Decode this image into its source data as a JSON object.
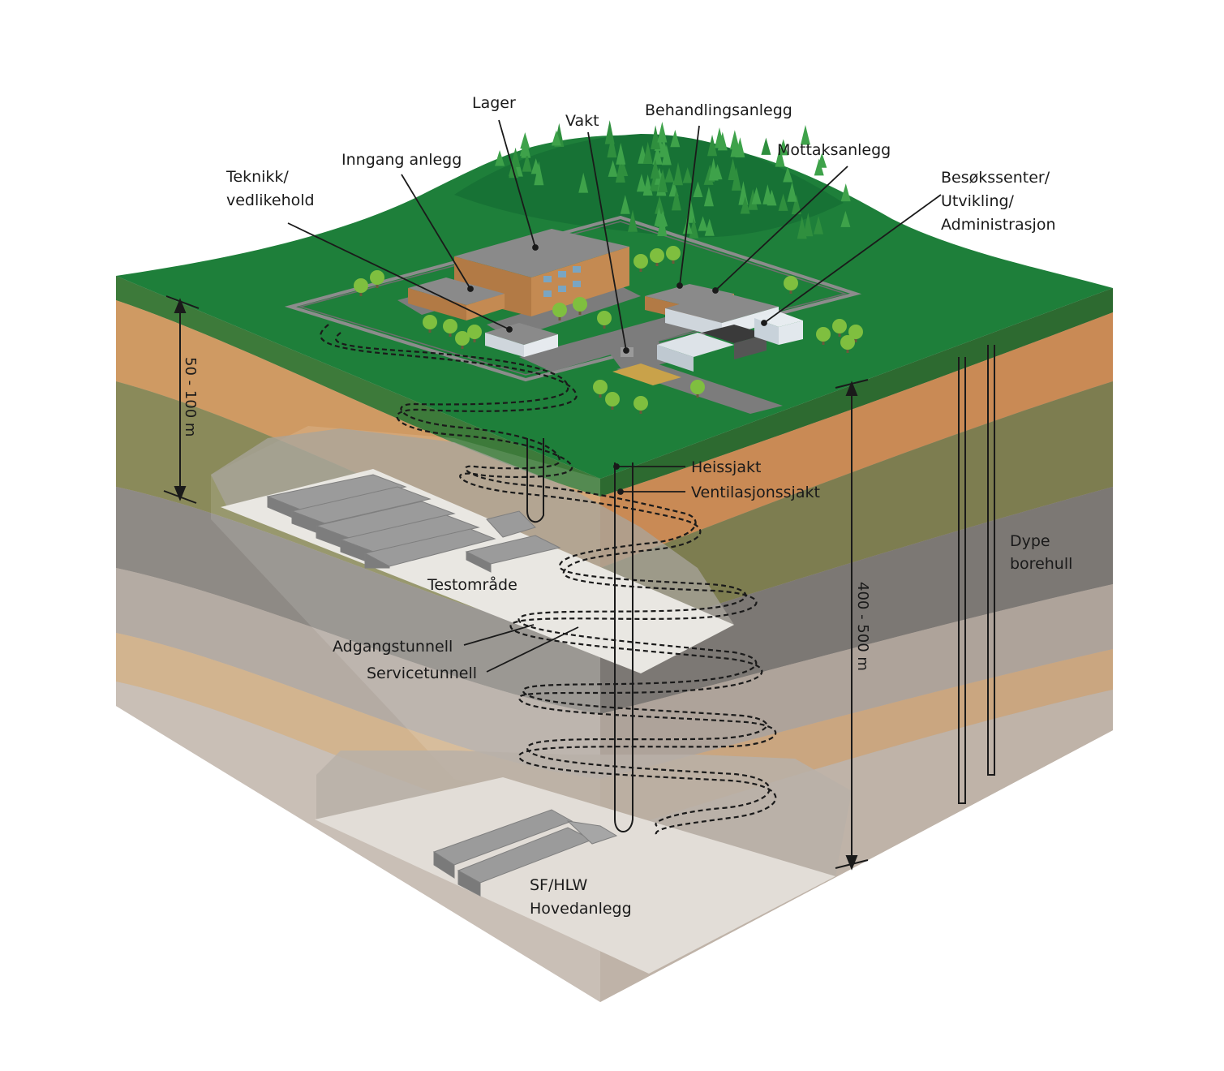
{
  "labels": {
    "lager": "Lager",
    "vakt": "Vakt",
    "behandlingsanlegg": "Behandlingsanlegg",
    "inngang_anlegg": "Inngang anlegg",
    "mottaksanlegg": "Mottaksanlegg",
    "teknikk_1": "Teknikk/",
    "teknikk_2": "vedlikehold",
    "besok_1": "Besøkssenter/",
    "besok_2": "Utvikling/",
    "besok_3": "Administrasjon",
    "heissjakt": "Heissjakt",
    "ventilasjonssjakt": "Ventilasjonssjakt",
    "dype_1": "Dype",
    "dype_2": "borehull",
    "testomrade": "Testområde",
    "adgangstunnell": "Adgangstunnell",
    "servicetunnell": "Servicetunnell",
    "sf_1": "SF/HLW",
    "sf_2": "Hovedanlegg"
  },
  "dimensions": {
    "shallow": "50 - 100 m",
    "deep": "400 - 500 m"
  },
  "colors": {
    "grass": "#1e7f3a",
    "grass_dark": "#136b2e",
    "soil_orange": "#cf9a63",
    "rock_olive": "#8a8a5a",
    "rock_grey": "#8d8a86",
    "rock_light": "#bdb3aa",
    "cavern_floor": "#e2ddd7",
    "building_brown": "#b27a45",
    "building_roof": "#8a8a8a",
    "tree": "#3e9a3a"
  }
}
